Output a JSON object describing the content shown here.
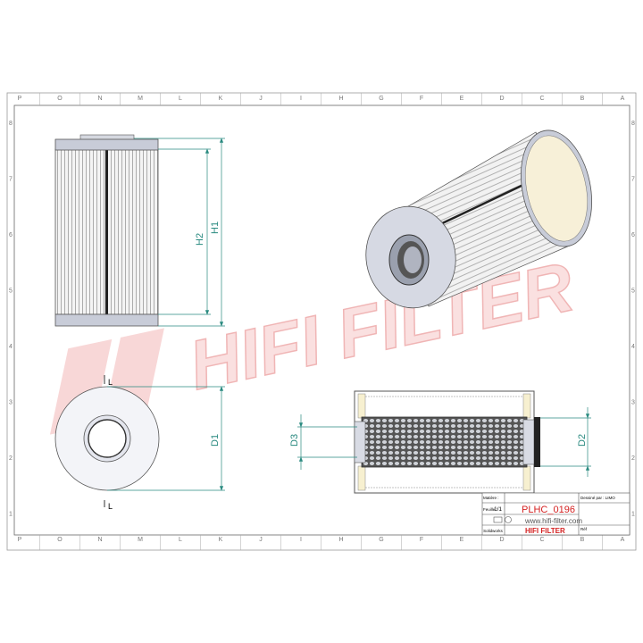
{
  "sheet": {
    "columns": [
      "P",
      "O",
      "N",
      "M",
      "L",
      "K",
      "J",
      "I",
      "H",
      "G",
      "F",
      "E",
      "D",
      "C",
      "B",
      "A"
    ],
    "rows": [
      "8",
      "7",
      "6",
      "5",
      "4",
      "3",
      "2",
      "1"
    ]
  },
  "dimensions": {
    "h1": "H1",
    "h2": "H2",
    "d1": "D1",
    "d2": "D2",
    "d3": "D3",
    "section_mark": "L"
  },
  "watermark": "HIFI FILTER",
  "title_block": {
    "matiere_label": "Matière :",
    "designed_by": "Dessiné par : LIMO",
    "feuille_label": "Feuille :",
    "feuille_value": "1/1",
    "part_number": "PLHC_0196",
    "website": "www.hifi-filter.com",
    "software": "Solidworks",
    "brand": "HIFI FILTER",
    "ref_label": "Réf"
  },
  "colors": {
    "dimension": "#2a8a80",
    "brand_red": "#d42020",
    "watermark": "#f3b8b8",
    "frame": "#888888"
  }
}
